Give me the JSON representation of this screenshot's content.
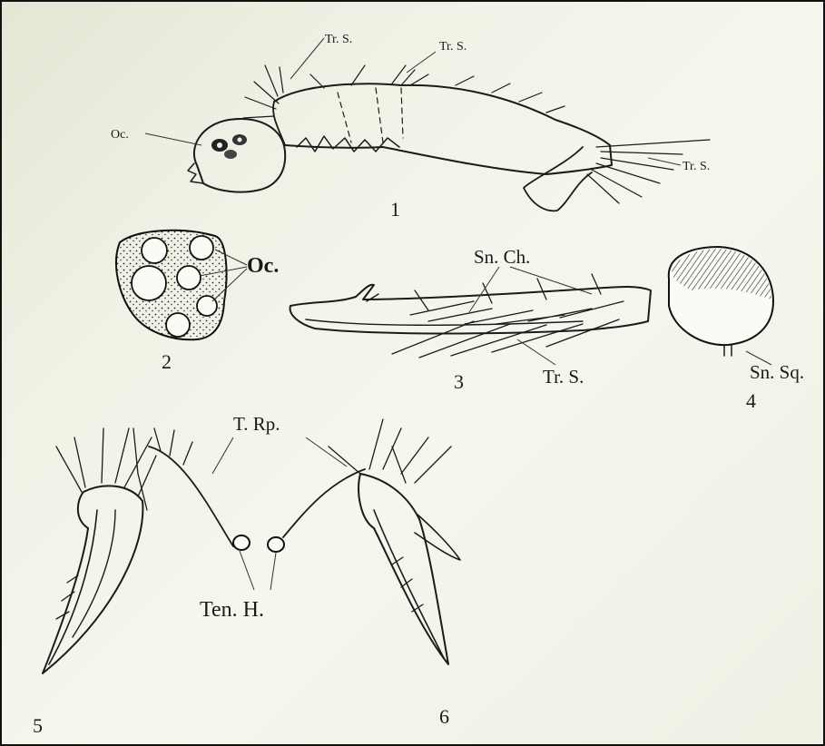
{
  "figure": {
    "labels": {
      "fig1_trs_a": "Tr. S.",
      "fig1_trs_b": "Tr. S.",
      "fig1_oc": "Oc.",
      "fig1_trs_c": "Tr. S.",
      "fig2_oc": "Oc.",
      "fig3_snch": "Sn. Ch.",
      "fig3_trs": "Tr. S.",
      "fig4_snsq": "Sn. Sq.",
      "fig56_trp": "T. Rp.",
      "fig56_tenh": "Ten. H."
    },
    "numbers": {
      "n1": "1",
      "n2": "2",
      "n3": "3",
      "n4": "4",
      "n5": "5",
      "n6": "6"
    }
  }
}
